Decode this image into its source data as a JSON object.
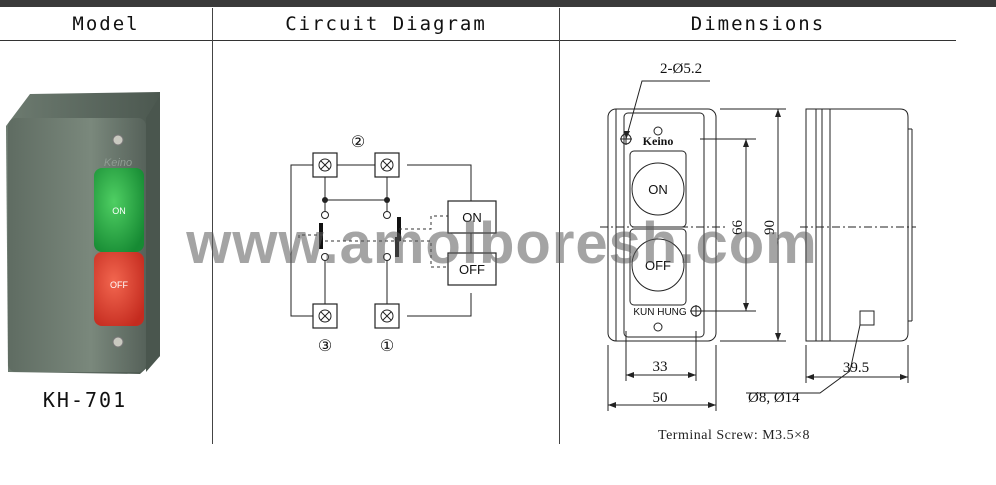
{
  "headers": {
    "model": "Model",
    "circuit": "Circuit Diagram",
    "dimensions": "Dimensions"
  },
  "model": {
    "name": "KH-701",
    "brand": "Keino",
    "on_label": "ON",
    "off_label": "OFF",
    "enclosure_color": "#6f7d72",
    "on_color": "#1f9a3c",
    "off_color": "#d63a2e"
  },
  "circuit": {
    "terminal_top": "②",
    "terminal_bottom_left": "③",
    "terminal_bottom_right": "①",
    "on_label": "ON",
    "off_label": "OFF"
  },
  "dimensions": {
    "hole_spec": "2-Ø5.2",
    "brand": "Keino",
    "on_label": "ON",
    "off_label": "OFF",
    "maker": "KUN HUNG",
    "height_inner": "66",
    "height_total": "90",
    "width_inner": "33",
    "width_total": "50",
    "depth": "39.5",
    "knockout": "Ø8, Ø14",
    "terminal_screw": "Terminal Screw: M3.5×8"
  },
  "watermark": "www.amolboresh.com"
}
